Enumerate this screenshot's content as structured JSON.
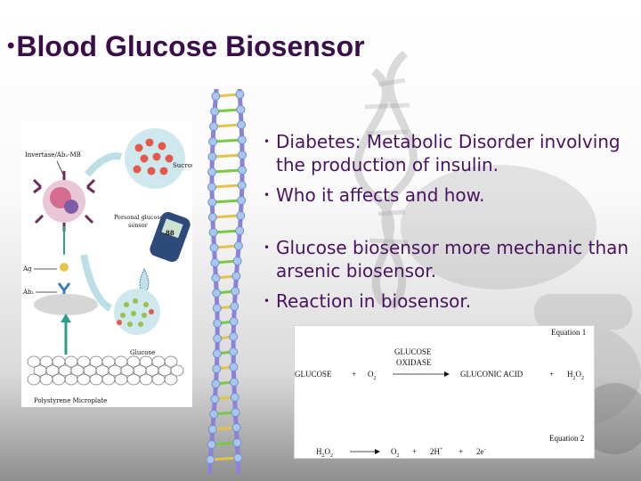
{
  "slide": {
    "title": "Blood Glucose Biosensor",
    "title_bullet": "•",
    "title_color": "#3b0d4a",
    "text_color": "#4a1361"
  },
  "bullets": [
    {
      "text": "Diabetes: Metabolic Disorder involving the production of insulin."
    },
    {
      "text": "Who it affects and how."
    },
    {
      "text": "Glucose biosensor more mechanic than arsenic biosensor."
    },
    {
      "text": "Reaction in biosensor."
    }
  ],
  "figure": {
    "top_left_label": "Invertase/Ab₂-MB",
    "sucrose_label": "Sucrose",
    "meter_label_line1": "Personal glucose",
    "meter_label_line2": "sensor",
    "ag_label": "Ag",
    "ab1_label": "Ab₁",
    "glucose_label": "Glucose",
    "plate_label": "Polystyrene Microplate",
    "meter_display": "88"
  },
  "equations": {
    "eq1_label": "Equation 1",
    "eq2_label": "Equation 2",
    "catalyst_line1": "GLUCOSE",
    "catalyst_line2": "OXIDASE",
    "r1": {
      "glucose": "GLUCOSE",
      "plus1": "+",
      "o2": "O",
      "o2_sub": "2",
      "product": "GLUCONIC ACID",
      "plus2": "+",
      "h2o2": "H",
      "h2o2_sub1": "2",
      "h2o2_mid": "O",
      "h2o2_sub2": "2"
    },
    "r2": {
      "h2o2": "H",
      "h2o2_sub1": "2",
      "h2o2_mid": "O",
      "h2o2_sub2": "2",
      "o2": "O",
      "o2_sub": "2",
      "plus1": "+",
      "hplus": "2H",
      "hplus_sup": "+",
      "plus2": "+",
      "e": "2e",
      "e_sup": "-"
    }
  }
}
